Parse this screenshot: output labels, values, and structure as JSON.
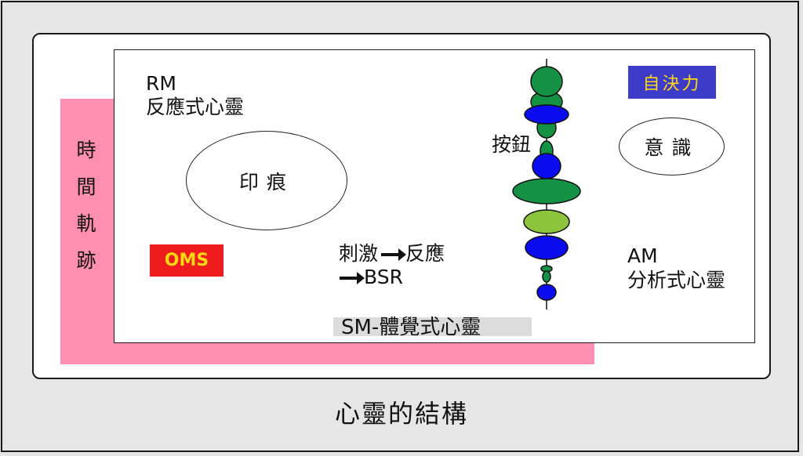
{
  "labels": {
    "rm_code": "RM",
    "rm_name": "反應式心靈",
    "am_code": "AM",
    "am_name": "分析式心靈",
    "imprint": "印痕",
    "consciousness": "意識",
    "oms": "OMS",
    "self_determination": "自決力",
    "buttons": "按鈕",
    "stimulus": "刺激",
    "response": "反應",
    "bsr": "BSR",
    "sm": "SM-體覺式心靈",
    "time_track": [
      "時",
      "間",
      "軌",
      "跡"
    ],
    "caption": "心靈的結構"
  },
  "colors": {
    "pink_band": "#ff8fb1",
    "oms_bg": "#ee1c1c",
    "oms_text": "#ffd814",
    "will_bg": "#3c3cc8",
    "will_text": "#ffd814",
    "green": "#159143",
    "blue": "#0b0bf0",
    "light_green": "#8cc43c"
  }
}
